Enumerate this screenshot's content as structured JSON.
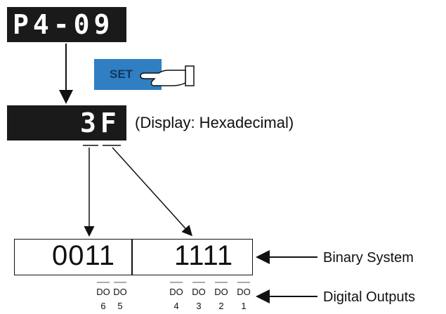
{
  "display_top": {
    "text": "P4-09"
  },
  "set_button": {
    "label": "SET"
  },
  "display_value": {
    "text": "3F"
  },
  "display_note": "(Display: Hexadecimal)",
  "binary": {
    "high_nibble": "0011",
    "low_nibble": "1111"
  },
  "labels": {
    "binary_system": "Binary System",
    "digital_outputs": "Digital Outputs"
  },
  "outputs": [
    {
      "top": "DO",
      "bottom": "6"
    },
    {
      "top": "DO",
      "bottom": "5"
    },
    {
      "top": "DO",
      "bottom": "4"
    },
    {
      "top": "DO",
      "bottom": "3"
    },
    {
      "top": "DO",
      "bottom": "2"
    },
    {
      "top": "DO",
      "bottom": "1"
    }
  ],
  "colors": {
    "lcd": "#1a1a1a",
    "button": "#2f7fc2",
    "text": "#111111"
  }
}
